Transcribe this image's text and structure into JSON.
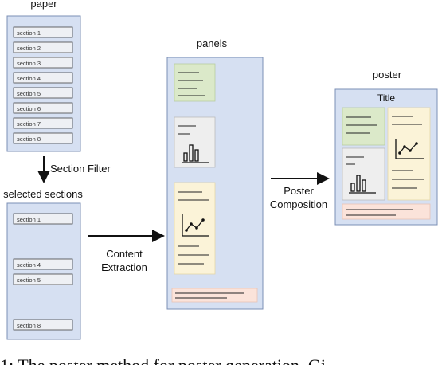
{
  "paper": {
    "label": "paper",
    "sections": [
      "section 1",
      "section 2",
      "section 3",
      "section 4",
      "section 5",
      "section 6",
      "section 7",
      "section 8"
    ]
  },
  "filter_label": "Section Filter",
  "selected": {
    "label": "selected sections",
    "sections": [
      "section 1",
      "section 4",
      "section 5",
      "section 8"
    ]
  },
  "extraction_label": [
    "Content",
    "Extraction"
  ],
  "panels_label": "panels",
  "composition_label": [
    "Poster",
    "Composition"
  ],
  "poster": {
    "label": "poster",
    "title": "Title"
  },
  "caption": "1:  The    poster    method  for poster generation.  Gi"
}
